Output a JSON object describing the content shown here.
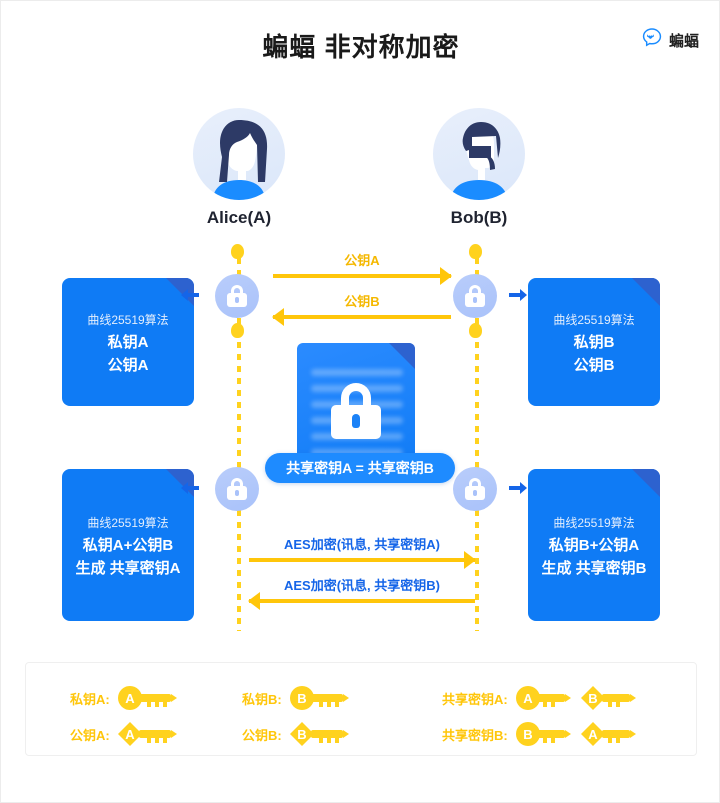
{
  "header": {
    "title": "蝙蝠 非对称加密",
    "brand_name": "蝙蝠",
    "logo_icon": "bat-speech-bubble-icon"
  },
  "people": [
    {
      "id": "alice",
      "name": "Alice(A)",
      "avatar_icon": "female-avatar-icon"
    },
    {
      "id": "bob",
      "name": "Bob(B)",
      "avatar_icon": "male-avatar-icon"
    }
  ],
  "lock_nodes": [
    {
      "id": "lock-a1",
      "icon": "padlock-icon"
    },
    {
      "id": "lock-b1",
      "icon": "padlock-icon"
    },
    {
      "id": "lock-a2",
      "icon": "padlock-icon"
    },
    {
      "id": "lock-b2",
      "icon": "padlock-icon"
    }
  ],
  "cards": {
    "alice_keys": {
      "algorithm": "曲线25519算法",
      "line1": "私钥A",
      "line2": "公钥A"
    },
    "bob_keys": {
      "algorithm": "曲线25519算法",
      "line1": "私钥B",
      "line2": "公钥B"
    },
    "alice_shared": {
      "algorithm": "曲线25519算法",
      "line1": "私钥A+公钥B",
      "line2": "生成 共享密钥A"
    },
    "bob_shared": {
      "algorithm": "曲线25519算法",
      "line1": "私钥B+公钥A",
      "line2": "生成 共享密钥B"
    }
  },
  "center": {
    "lock_icon": "big-padlock-icon",
    "banner_text": "共享密钥A = 共享密钥B"
  },
  "messages": [
    {
      "id": "pubkey-a",
      "label": "公钥A",
      "direction": "right",
      "color": "#f5b800"
    },
    {
      "id": "pubkey-b",
      "label": "公钥B",
      "direction": "left",
      "color": "#f5b800"
    },
    {
      "id": "aes-a",
      "label": "AES加密(讯息, 共享密钥A)",
      "direction": "right",
      "color": "#1565e8"
    },
    {
      "id": "aes-b",
      "label": "AES加密(讯息, 共享密钥B)",
      "direction": "left",
      "color": "#1565e8"
    }
  ],
  "legend": [
    {
      "id": "private-a",
      "label": "私钥A:",
      "keys": [
        {
          "shape": "round",
          "letter": "A"
        }
      ]
    },
    {
      "id": "private-b",
      "label": "私钥B:",
      "keys": [
        {
          "shape": "round",
          "letter": "B"
        }
      ]
    },
    {
      "id": "shared-a",
      "label": "共享密钥A:",
      "keys": [
        {
          "shape": "round",
          "letter": "A"
        },
        {
          "shape": "diamond",
          "letter": "B"
        }
      ]
    },
    {
      "id": "public-a",
      "label": "公钥A:",
      "keys": [
        {
          "shape": "diamond",
          "letter": "A"
        }
      ]
    },
    {
      "id": "public-b",
      "label": "公钥B:",
      "keys": [
        {
          "shape": "diamond",
          "letter": "B"
        }
      ]
    },
    {
      "id": "shared-b",
      "label": "共享密钥B:",
      "keys": [
        {
          "shape": "round",
          "letter": "B"
        },
        {
          "shape": "diamond",
          "letter": "A"
        }
      ]
    }
  ],
  "colors": {
    "card_blue": "#0f7bf5",
    "accent_yellow": "#ffc60a",
    "link_blue": "#1565e8",
    "lock_node": "#a9c2fa"
  },
  "pointer_arrows": {
    "left_glyph": "↰",
    "right_glyph": "↱"
  }
}
